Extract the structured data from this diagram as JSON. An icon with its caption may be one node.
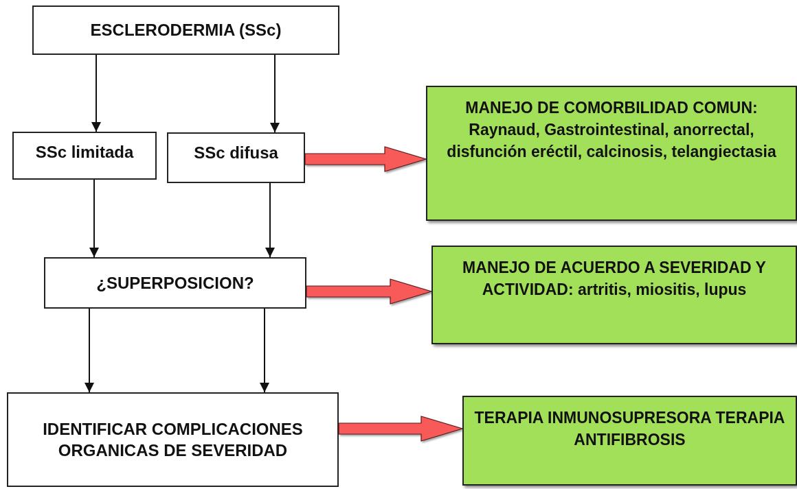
{
  "diagram": {
    "nodes": [
      {
        "text": [
          "ESCLERODERMIA (SSc)"
        ]
      },
      {
        "text": [
          "SSc limitada"
        ]
      },
      {
        "text": [
          "SSc difusa"
        ]
      },
      {
        "text": [
          "MANEJO DE COMORBILIDAD COMUN: Raynaud, Gastrointestinal, anorrectal, disfunción eréctil, calcinosis, telangiectasia"
        ]
      },
      {
        "text": [
          "¿SUPERPOSICION?"
        ]
      },
      {
        "text": [
          "MANEJO DE ACUERDO A SEVERIDAD Y ACTIVIDAD: artritis, miositis, lupus"
        ]
      },
      {
        "text": [
          "IDENTIFICAR COMPLICACIONES ORGANICAS DE SEVERIDAD"
        ]
      },
      {
        "text": [
          "TERAPIA INMUNOSUPRESORA TERAPIA ANTIFIBROSIS"
        ]
      }
    ],
    "edges": [
      {
        "from": 0,
        "to": 1,
        "arrow": "to"
      },
      {
        "from": 0,
        "to": 2,
        "arrow": "to"
      },
      {
        "from": 1,
        "to": 4,
        "arrow": "to"
      },
      {
        "from": 2,
        "to": 4,
        "arrow": "to"
      },
      {
        "from": 4,
        "to": 6,
        "arrow": "to"
      },
      {
        "from": 4,
        "to": 6,
        "arrow": "to"
      },
      {
        "from": 2,
        "to": 3,
        "arrow": "to",
        "style": "thick",
        "color": "#f85a5a"
      },
      {
        "from": 4,
        "to": 5,
        "arrow": "to",
        "style": "thick",
        "color": "#f85a5a"
      },
      {
        "from": 6,
        "to": 7,
        "arrow": "to",
        "style": "thick",
        "color": "#f85a5a"
      }
    ]
  }
}
